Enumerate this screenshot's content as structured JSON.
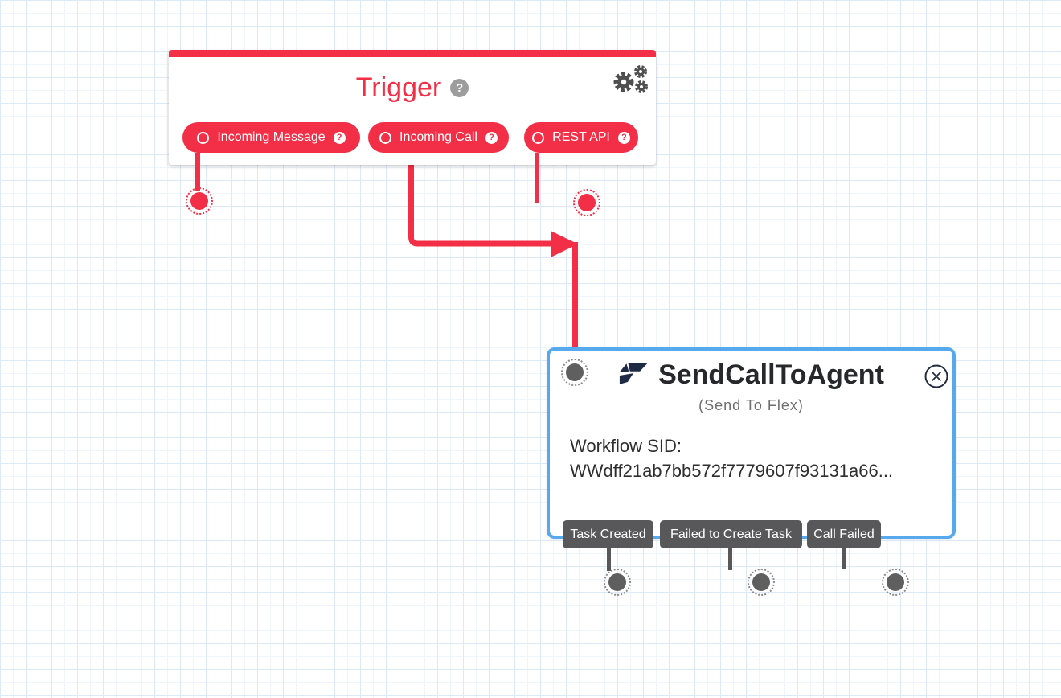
{
  "colors": {
    "accent_red": "#f22f46",
    "widget_border_blue": "#55a9ec",
    "flex_logo_navy": "#1f2a44",
    "transition_button_gray": "#58585a",
    "connector_dot_gray": "#5f5f5f",
    "help_badge_gray": "#9d9d9d"
  },
  "trigger": {
    "title": "Trigger",
    "help_label": "?",
    "settings_icon": "gears-icon",
    "pills": [
      {
        "label": "Incoming Message",
        "help_label": "?"
      },
      {
        "label": "Incoming Call",
        "help_label": "?"
      },
      {
        "label": "REST API",
        "help_label": "?"
      }
    ]
  },
  "widget": {
    "logo_icon": "flex-flag-icon",
    "title": "SendCallToAgent",
    "close_icon": "x-circle-icon",
    "subtitle": "(Send To Flex)",
    "body_lines": [
      "Workflow SID:",
      "WWdff21ab7bb572f7779607f93131a66..."
    ],
    "transitions": [
      {
        "label": "Task Created"
      },
      {
        "label": "Failed to Create Task"
      },
      {
        "label": "Call Failed"
      }
    ]
  }
}
